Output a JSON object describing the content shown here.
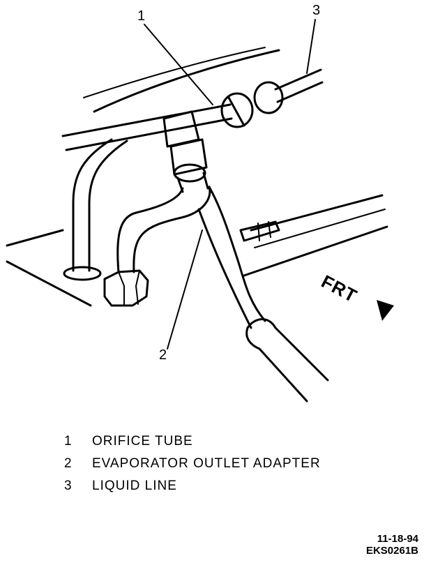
{
  "callouts": {
    "one": "1",
    "two": "2",
    "three": "3"
  },
  "direction_label": "FRT",
  "legend": [
    {
      "num": "1",
      "text": "ORIFICE TUBE"
    },
    {
      "num": "2",
      "text": "EVAPORATOR OUTLET ADAPTER"
    },
    {
      "num": "3",
      "text": "LIQUID LINE"
    }
  ],
  "drawing_date": "11-18-94",
  "drawing_code": "EKS0261B",
  "colors": {
    "ink": "#000000",
    "paper": "#ffffff"
  }
}
